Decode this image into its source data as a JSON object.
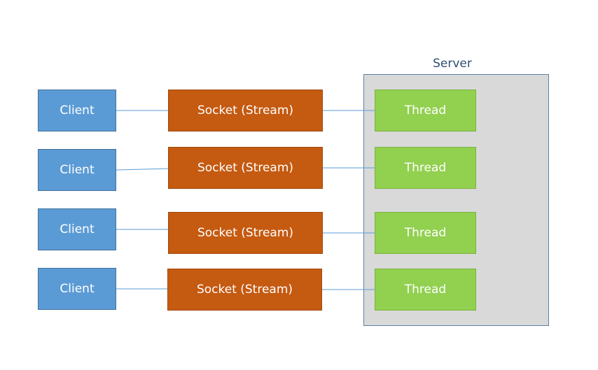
{
  "server": {
    "label": "Server"
  },
  "rows": [
    {
      "client": "Client",
      "socket": "Socket (Stream)",
      "thread": "Thread"
    },
    {
      "client": "Client",
      "socket": "Socket (Stream)",
      "thread": "Thread"
    },
    {
      "client": "Client",
      "socket": "Socket (Stream)",
      "thread": "Thread"
    },
    {
      "client": "Client",
      "socket": "Socket (Stream)",
      "thread": "Thread"
    }
  ],
  "colors": {
    "client": "#5b9bd5",
    "socket": "#c55a11",
    "thread": "#92d050",
    "server_area": "#d9d9d9",
    "connector": "#5b9bd5"
  }
}
